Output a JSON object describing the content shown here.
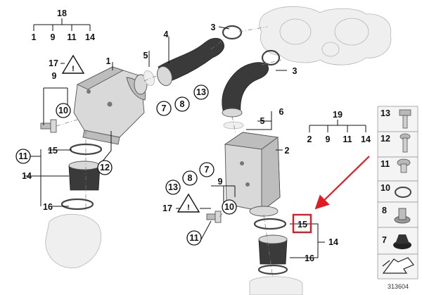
{
  "callouts": {
    "n1": "1",
    "n2": "2",
    "n3a": "3",
    "n3b": "3",
    "n4": "4",
    "n5a": "5",
    "n5b": "5",
    "n6": "6",
    "n7a": "7",
    "n7b": "7",
    "n8a": "8",
    "n8b": "8",
    "n9a": "9",
    "n9b": "9",
    "n10a": "10",
    "n10b": "10",
    "n11a": "11",
    "n11b": "11",
    "n12": "12",
    "n13a": "13",
    "n13b": "13",
    "n14a": "14",
    "n14b": "14",
    "n15a": "15",
    "n15b": "15",
    "n16a": "16",
    "n16b": "16",
    "n17a": "17",
    "n17b": "17"
  },
  "groups": {
    "g18": {
      "head": "18",
      "items": [
        "1",
        "9",
        "11",
        "14"
      ]
    },
    "g19": {
      "head": "19",
      "items": [
        "2",
        "9",
        "11",
        "14"
      ]
    }
  },
  "legend": {
    "items": [
      {
        "num": "13",
        "icon": "bolt-icon"
      },
      {
        "num": "12",
        "icon": "screw-icon"
      },
      {
        "num": "11",
        "icon": "collar-screw-icon"
      },
      {
        "num": "10",
        "icon": "o-ring-icon"
      },
      {
        "num": "8",
        "icon": "rubber-bushing-icon"
      },
      {
        "num": "7",
        "icon": "rubber-mount-icon"
      }
    ],
    "footer_icon": "arrow-symbol-icon"
  },
  "highlight": {
    "target": "15",
    "color": "#e11b22"
  },
  "image_id": "313604"
}
